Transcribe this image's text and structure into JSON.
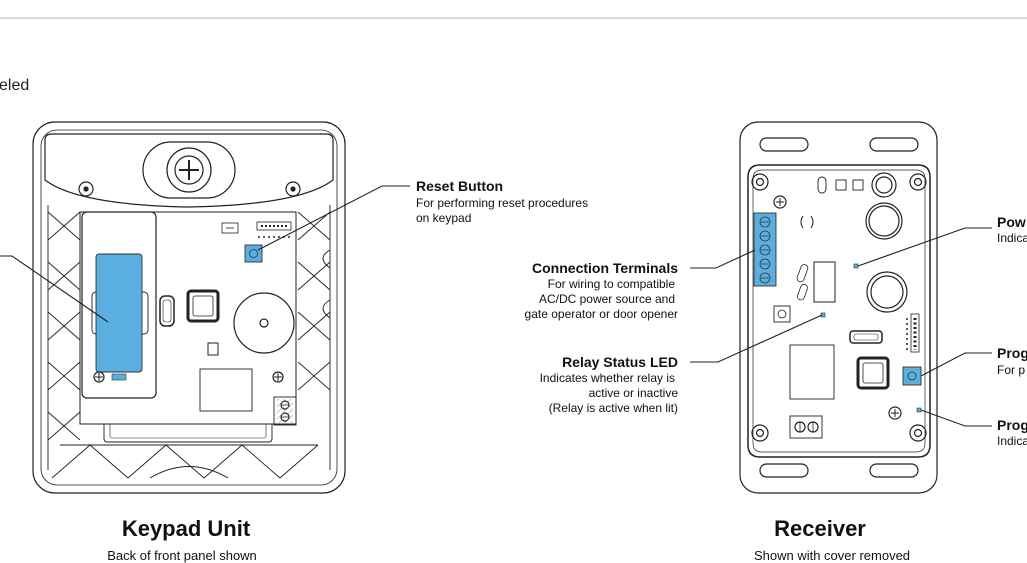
{
  "fragment_text": "eled",
  "callouts": {
    "reset": {
      "title": "Reset Button",
      "desc": [
        "For performing reset procedures",
        "on keypad"
      ]
    },
    "connection": {
      "title": "Connection Terminals",
      "desc": [
        "For wiring to compatible",
        "AC/DC power source and",
        "gate operator or door opener"
      ]
    },
    "relay": {
      "title": "Relay Status LED",
      "desc": [
        "Indicates whether relay is",
        "active or inactive",
        "(Relay is active when lit)"
      ]
    },
    "power": {
      "title": "Pow",
      "desc": [
        "Indica"
      ]
    },
    "prog_button": {
      "title": "Prog",
      "desc": [
        "For p"
      ]
    },
    "prog_led": {
      "title": "Prog",
      "desc": [
        "Indica"
      ]
    }
  },
  "captions": {
    "keypad": {
      "title": "Keypad Unit",
      "sub": "Back of front panel shown"
    },
    "receiver": {
      "title": "Receiver",
      "sub": "Shown with cover removed"
    }
  },
  "colors": {
    "accent_blue": "#5aaee0",
    "line": "#222222",
    "header_rule": "#d9d9d9"
  }
}
